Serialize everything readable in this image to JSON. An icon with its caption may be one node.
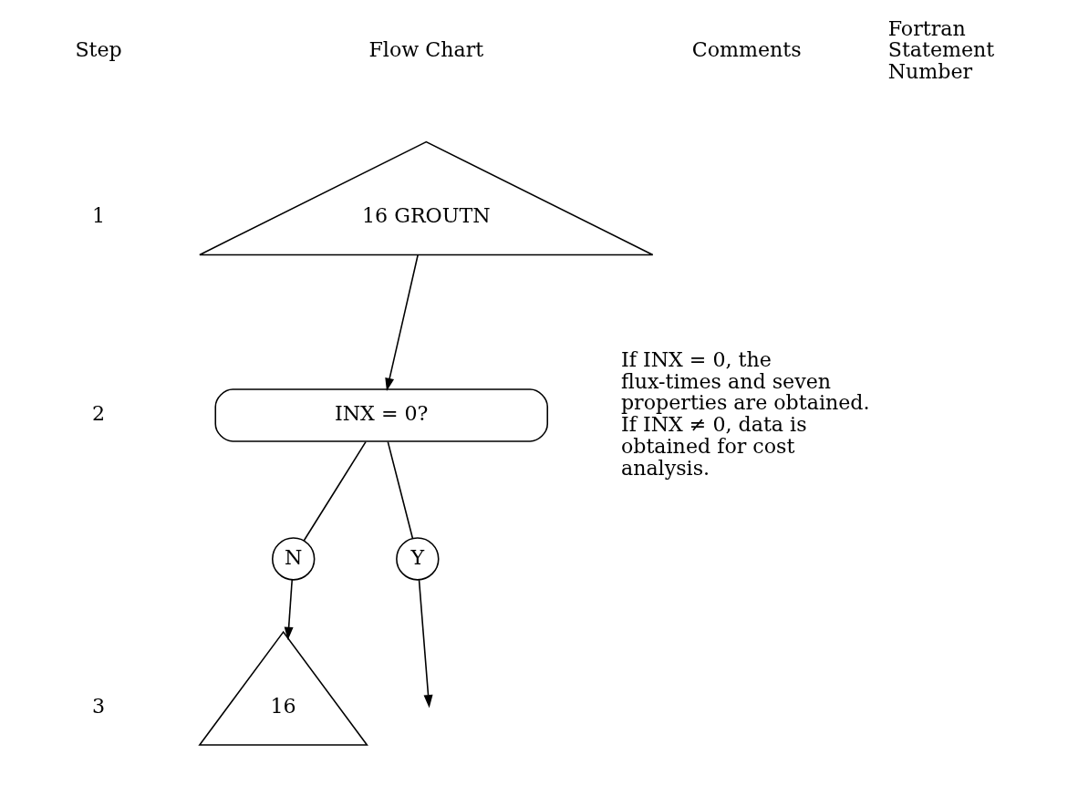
{
  "diagram": {
    "nodes": [
      {
        "text": [
          "16 GROUTN"
        ]
      },
      {
        "text": [
          "INX = 0?"
        ]
      },
      {
        "text": [
          "N"
        ]
      },
      {
        "text": [
          "Y"
        ]
      },
      {
        "text": [
          "16"
        ]
      }
    ],
    "edges": [
      {
        "from": 0,
        "to": 1,
        "arrow": "to"
      },
      {
        "from": 1,
        "to": 2,
        "arrow": "none"
      },
      {
        "from": 2,
        "to": 4,
        "arrow": "to"
      },
      {
        "from": 1,
        "to": 3,
        "arrow": "none"
      },
      {
        "from": 3,
        "to": null,
        "arrow": "to"
      }
    ],
    "labels": [
      "Step",
      "Flow Chart",
      "Comments",
      "Fortran Statement Number",
      "1",
      "2",
      "If INX = 0, the flux-times and seven properties are obtained. If INX ≠ 0, data is obtained for cost analysis.",
      "3"
    ]
  }
}
